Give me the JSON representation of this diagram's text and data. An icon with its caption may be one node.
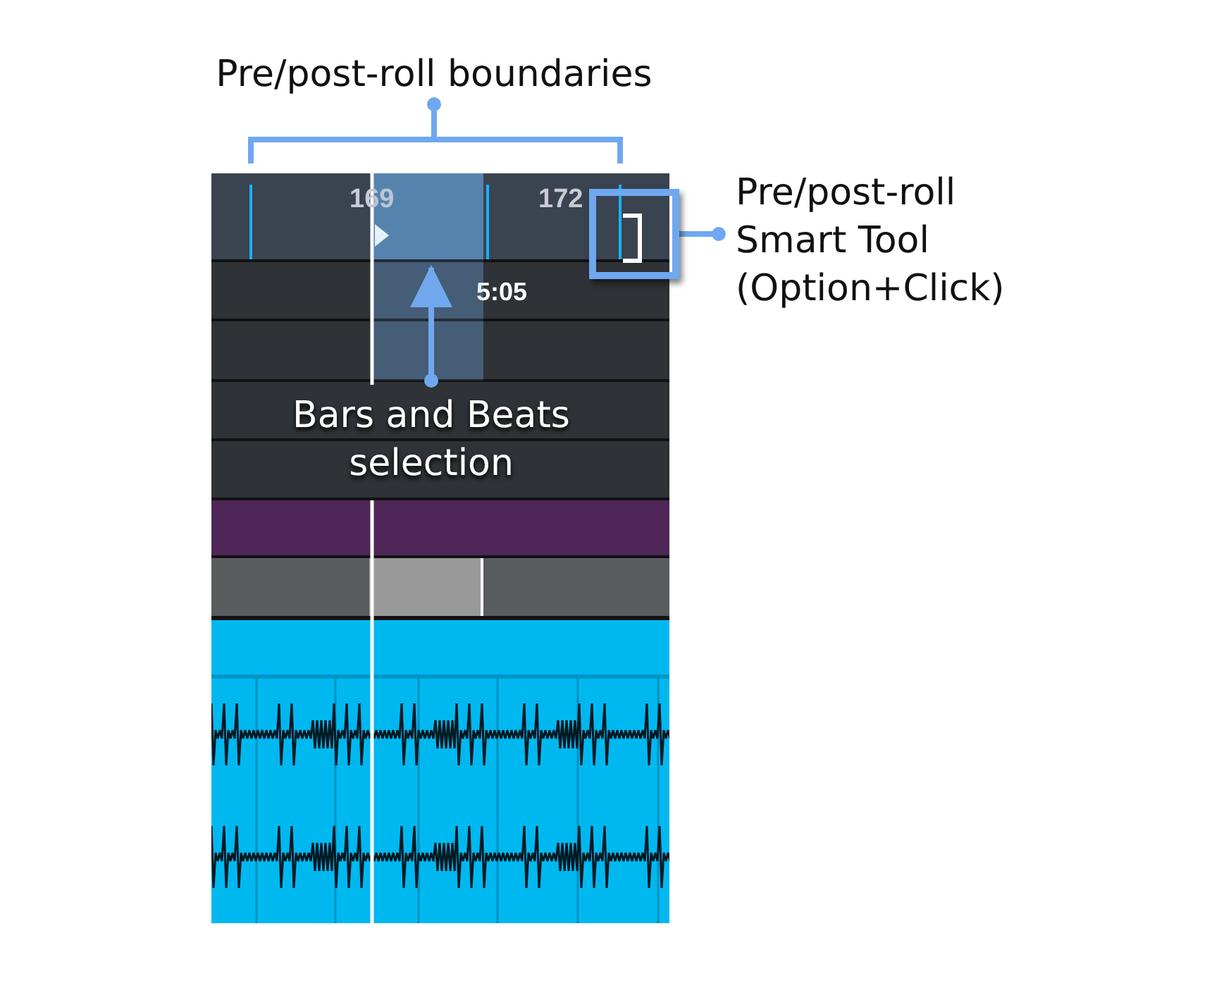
{
  "diagram": {
    "nodes": [
      {
        "text": [
          "Pre/post-roll boundaries"
        ]
      },
      {
        "text": [],
        "shape": "bracket"
      },
      {
        "text": [
          "Pre/post-roll Smart Tool (Option+Click)"
        ]
      },
      {
        "text": [],
        "shape": "box"
      },
      {
        "text": [
          "Bars and Beats selection"
        ]
      },
      {
        "text": [],
        "shape": "box"
      }
    ],
    "edges": [
      {
        "from": 0,
        "to": 1,
        "arrow": "other"
      },
      {
        "from": 2,
        "to": 5,
        "arrow": "other"
      },
      {
        "from": 4,
        "to": 3,
        "arrow": "to"
      }
    ],
    "labels": [
      "169",
      "172",
      "5:05"
    ]
  }
}
